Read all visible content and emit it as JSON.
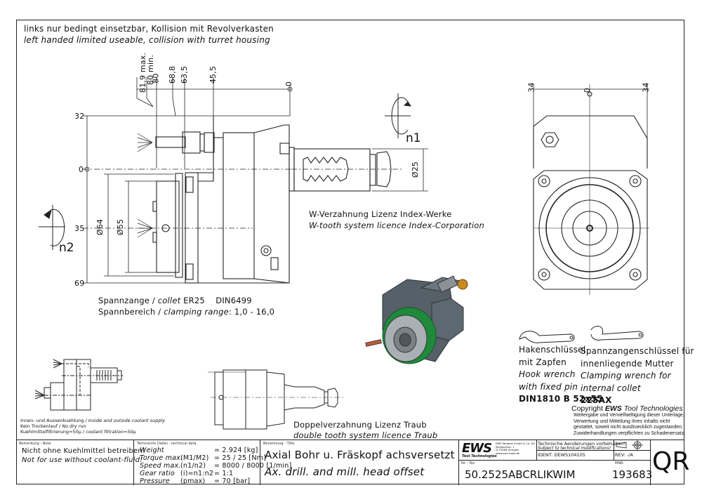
{
  "notes_top": {
    "de": "links nur bedingt einsetzbar, Kollision mit Revolverkasten",
    "en": "left handed limited useable, collision with turret housing"
  },
  "dimensions": {
    "top": [
      "81,9 max.",
      "80 min.",
      "80",
      "68,8",
      "63,5",
      "45,5",
      "0"
    ],
    "left": [
      "32",
      "0",
      "35",
      "69"
    ],
    "diameters": [
      "Ø64",
      "Ø55",
      "Ø25"
    ],
    "front_view": [
      "34",
      "0",
      "34"
    ]
  },
  "rotation": {
    "n1": "n1",
    "n2": "n2"
  },
  "w_tooth": {
    "de": "W-Verzahnung Lizenz Index-Werke",
    "en": "W-tooth system licence Index-Corporation"
  },
  "collet": {
    "line1_de": "Spannzange /",
    "line1_en": "collet",
    "line1_spec": "ER25    DIN6499",
    "line2_de": "Spannbereich /",
    "line2_en": "clamping range",
    "line2_value": ": 1,0 - 16,0"
  },
  "coolant_notes": [
    {
      "de": "Innen- und Aussenkuehlung /",
      "en": "Inside and outside coolant supply"
    },
    {
      "de": "Kein Trockenlauf /",
      "en": "No dry run"
    },
    {
      "de": "Kuehlmittelfiltrierung=50μ /",
      "en": "coolant filtration=50μ"
    }
  ],
  "double_tooth": {
    "de": "Doppelverzahnung Lizenz Traub",
    "en": "double tooth system licence Traub"
  },
  "hook_wrench": {
    "de1": "Hakenschlüssel",
    "de2": "mit Zapfen",
    "en1": "Hook wrench",
    "en2": "with fixed pin",
    "spec": "DIN1810 B 52x55"
  },
  "clamp_wrench": {
    "de1": "Spannzangenschlüssel für",
    "de2": "innenliegende Mutter",
    "en1": "Clamping wrench for",
    "en2": "internal collet",
    "spec": "225AX"
  },
  "copyright": {
    "prefix": "Copyright ",
    "brand": "EWS",
    "suffix": " Tool Technologies",
    "lines": [
      "Weitergabe und Vervielfaeltigung dieser Unterlage,",
      "Verwertung und Mitteilung ihres Inhalts nicht",
      "gestattet, soweit nicht ausdruecklich zugestanden.",
      "Zuwiderhandlungen verpflichten zu Schadenersatz."
    ]
  },
  "title_block": {
    "note_label": "Bemerkung - Note",
    "note_de": "Nicht ohne Kuehlmittel betreiben!",
    "note_en": "Not for use without coolant-fluid!",
    "tech_label": "Technische Daten - technical data",
    "tech": [
      {
        "name": "Weight",
        "sym": "",
        "value": "=  2.924 [kg]"
      },
      {
        "name": "Torque max.",
        "sym": "(M1/M2)",
        "value": "=  25 / 25 [Nm]"
      },
      {
        "name": "Speed max.",
        "sym": "(n1/n2)",
        "value": "=  8000 / 8000 [1/min]"
      },
      {
        "name": "Gear ratio",
        "sym": "(i)=n1:n2",
        "value": "=  1:1"
      },
      {
        "name": "Pressure",
        "sym": "(pmax)",
        "value": "=  70 [bar]"
      }
    ],
    "title_label": "Benennung - Title",
    "title_de": "Axial Bohr u. Fräskopf achsversetzt",
    "title_en": "Ax. drill. and mill. head offset",
    "logo": "EWS",
    "logo_sub": "Tool Technologies",
    "company": [
      "EWS Weigele GmbH & Co. KG",
      "Maybachstr. 1",
      "D-73066 Uhingen",
      "www.ews-tools.de"
    ],
    "mod_de": "Technische Aenderungen vorbehalten!",
    "mod_en": "Subject to technical modifications!",
    "ident": "IDENT:  DEWS104105",
    "rev": "REV:  -/A",
    "nr_label": "Nr. - No.",
    "part_no": "50.2525ABCRLIKWIM",
    "mnr_label": "MNR:",
    "mnr": "193683",
    "code": "QR"
  }
}
